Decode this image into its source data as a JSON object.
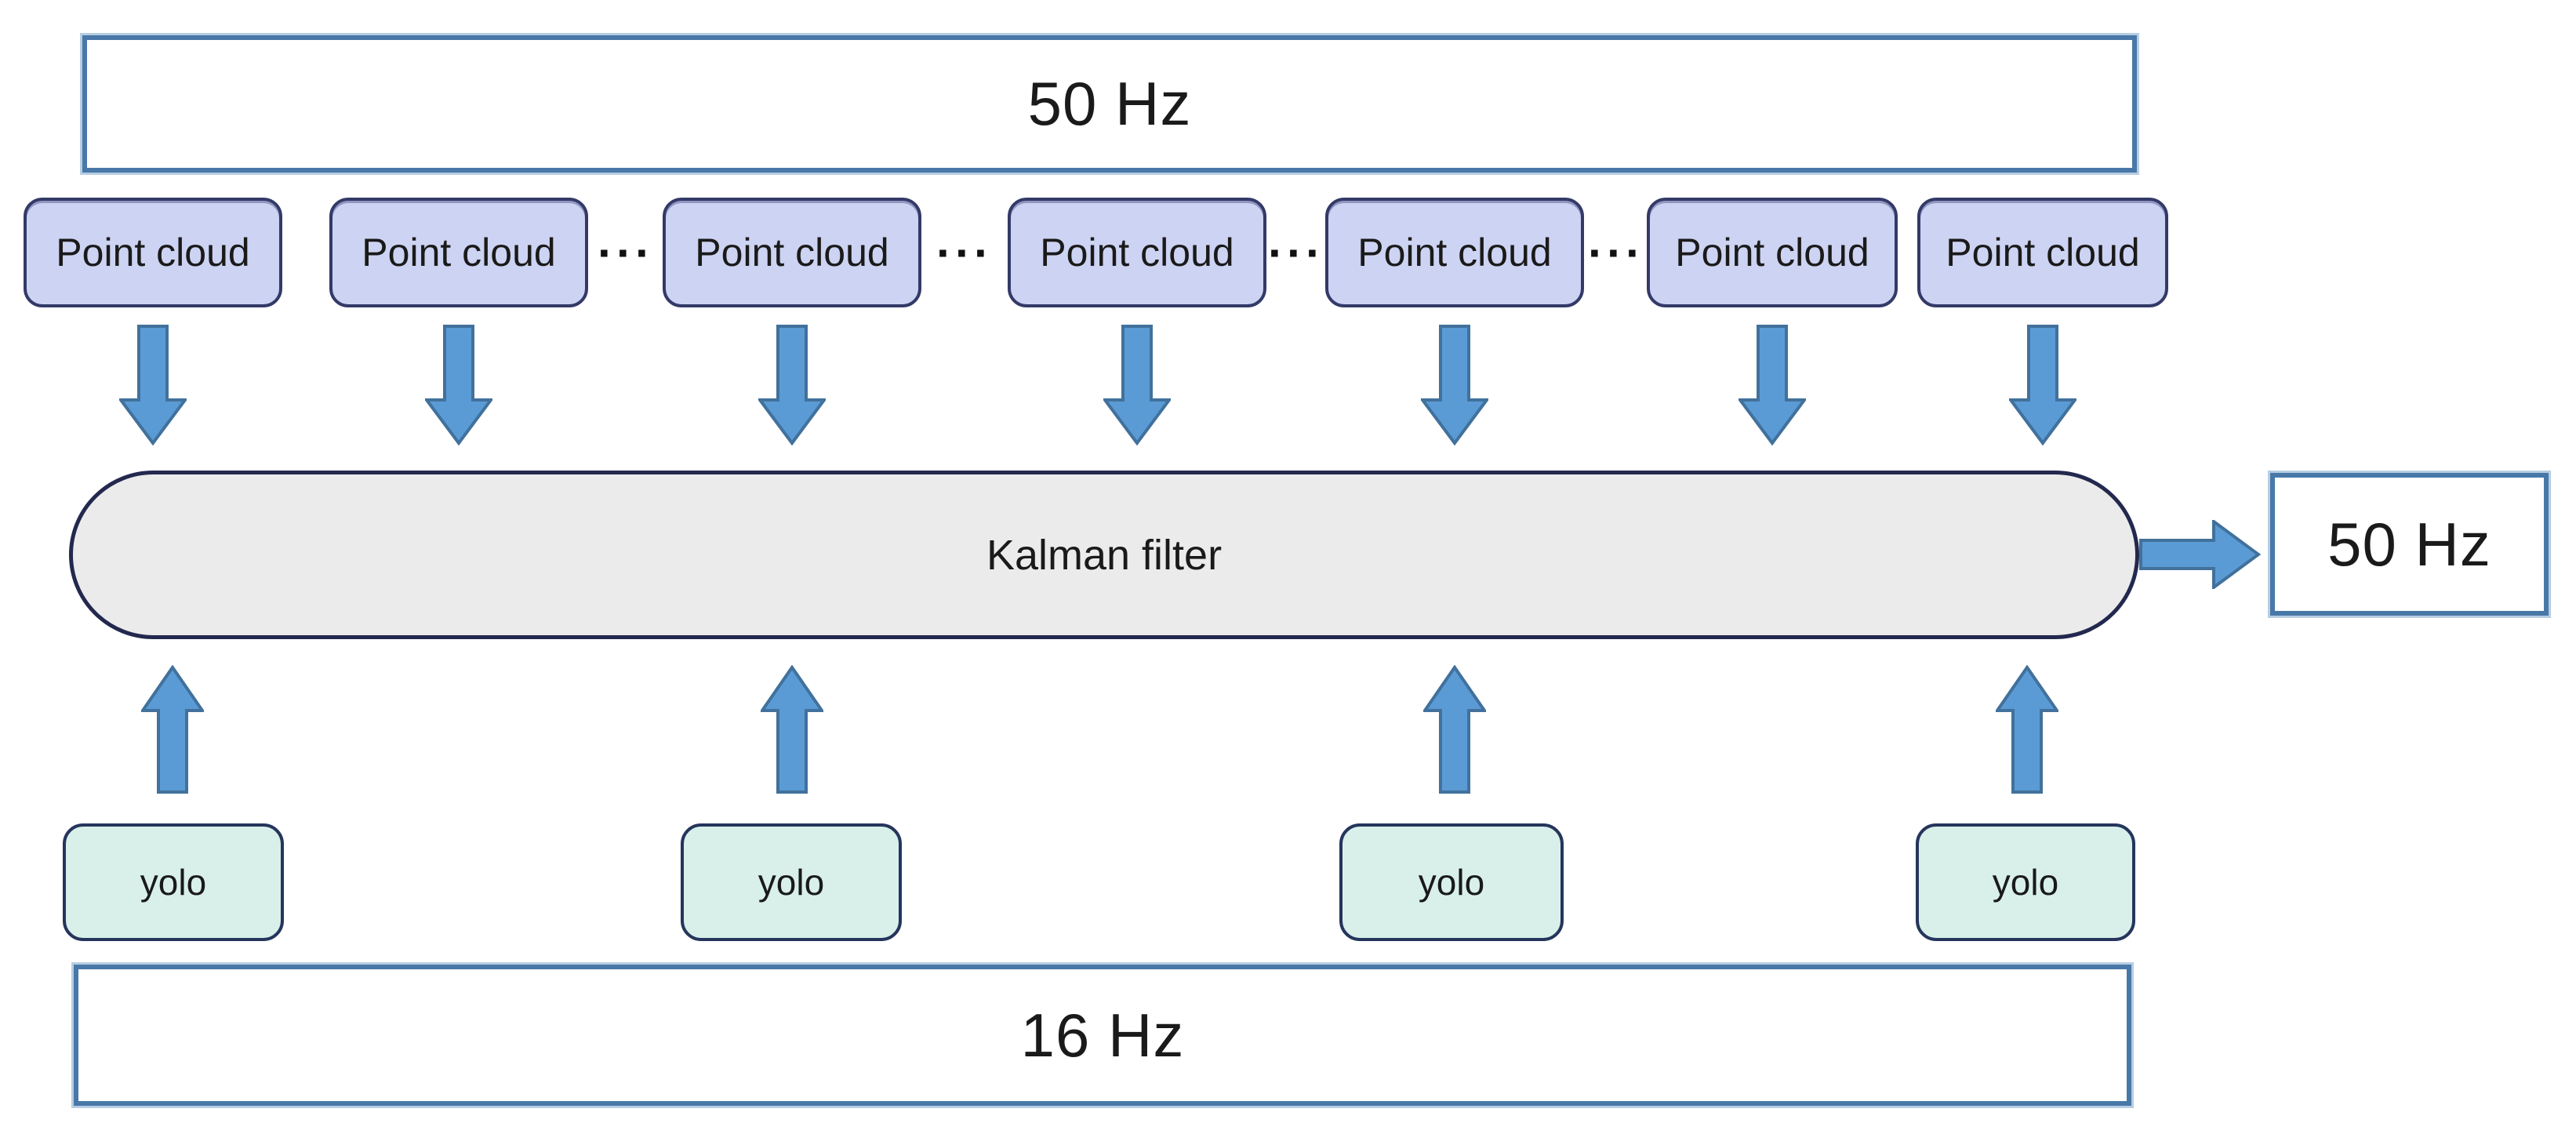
{
  "colors": {
    "arrow_fill": "#5b9bd5",
    "arrow_stroke": "#41719c",
    "rate_box_border": "#4878a8",
    "point_cloud_fill": "#cdd3f2",
    "point_cloud_border": "#333a68",
    "kalman_fill": "#ebebeb",
    "kalman_border": "#23284e",
    "yolo_fill": "#d9f0ea",
    "yolo_border": "#25355c"
  },
  "top_rate_box": {
    "label": "50 Hz"
  },
  "point_cloud_row": {
    "ellipsis": "···",
    "boxes": [
      {
        "label": "Point cloud"
      },
      {
        "label": "Point cloud"
      },
      {
        "label": "Point cloud"
      },
      {
        "label": "Point cloud"
      },
      {
        "label": "Point cloud"
      },
      {
        "label": "Point cloud"
      },
      {
        "label": "Point cloud"
      }
    ]
  },
  "kalman": {
    "label": "Kalman filter"
  },
  "output_rate_box": {
    "label": "50 Hz"
  },
  "yolo_row": {
    "boxes": [
      {
        "label": "yolo"
      },
      {
        "label": "yolo"
      },
      {
        "label": "yolo"
      },
      {
        "label": "yolo"
      }
    ]
  },
  "bottom_rate_box": {
    "label": "16 Hz"
  }
}
